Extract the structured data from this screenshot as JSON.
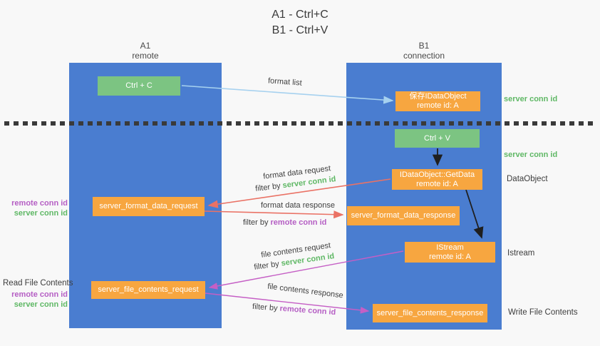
{
  "title": {
    "line1": "A1 - Ctrl+C",
    "line2": "B1 - Ctrl+V"
  },
  "columns": {
    "left": {
      "id": "A1",
      "name": "remote"
    },
    "right": {
      "id": "B1",
      "name": "connection"
    }
  },
  "nodes": {
    "ctrl_c": "Ctrl + C",
    "ctrl_v": "Ctrl + V",
    "save_idataobject": {
      "line1": "保存IDataObject",
      "line2": "remote id: A"
    },
    "getdata": {
      "line1": "IDataObject::GetData",
      "line2": "remote id: A"
    },
    "istream": {
      "line1": "IStream",
      "line2": "remote id: A"
    },
    "format_request": "server_format_data_request",
    "format_response": "server_format_data_response",
    "file_request": "server_file_contents_request",
    "file_response": "server_file_contents_response"
  },
  "edges": {
    "format_list": "format list",
    "format_data_request": "format data request",
    "format_data_response": "format data response",
    "file_contents_request": "file contents request",
    "file_contents_response": "file contents response"
  },
  "terms": {
    "filter_by": "filter by ",
    "server_conn_id": "server conn id",
    "remote_conn_id": "remote conn id"
  },
  "side_labels": {
    "read_file_contents": "Read File Contents",
    "write_file_contents": "Write File Contents",
    "dataobject": "DataObject",
    "istream": "Istream"
  },
  "colors": {
    "background": "#f8f8f8",
    "lifeline_blue": "#4a7dd0",
    "node_green": "#7cc482",
    "node_orange": "#f7a640",
    "arrow_lightblue": "#a6d1ef",
    "arrow_red": "#ea7265",
    "arrow_magenta": "#c55fc5",
    "arrow_black": "#1f1f1f",
    "conn_id_green": "#5fb865",
    "conn_id_purple": "#b55ec4",
    "text_dark": "#3c3c3c"
  }
}
